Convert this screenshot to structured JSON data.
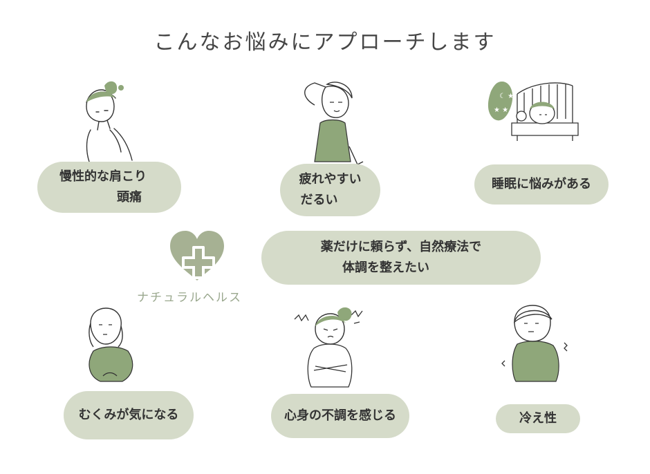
{
  "title": "こんなお悩みにアプローチします",
  "brand": "ナチュラルヘルス",
  "colors": {
    "accent_green": "#8fa77a",
    "pill_bg": "#d5dbc9",
    "logo_heart": "#a6b193"
  },
  "items": [
    {
      "lines": [
        "慢性的な肩こり",
        "頭痛"
      ],
      "icon": "woman-shoulder-pain-icon"
    },
    {
      "lines": [
        "疲れやすい",
        "だるい"
      ],
      "icon": "woman-tired-icon"
    },
    {
      "lines": [
        "睡眠に悩みがある"
      ],
      "icon": "woman-sleepless-icon"
    },
    {
      "lines": [
        "薬だけに頼らず、自然療法で",
        "体調を整えたい"
      ]
    },
    {
      "lines": [
        "むくみが気になる"
      ],
      "icon": "woman-swelling-icon"
    },
    {
      "lines": [
        "心身の不調を感じる"
      ],
      "icon": "woman-irritated-icon"
    },
    {
      "lines": [
        "冷え性"
      ],
      "icon": "woman-cold-icon"
    }
  ]
}
